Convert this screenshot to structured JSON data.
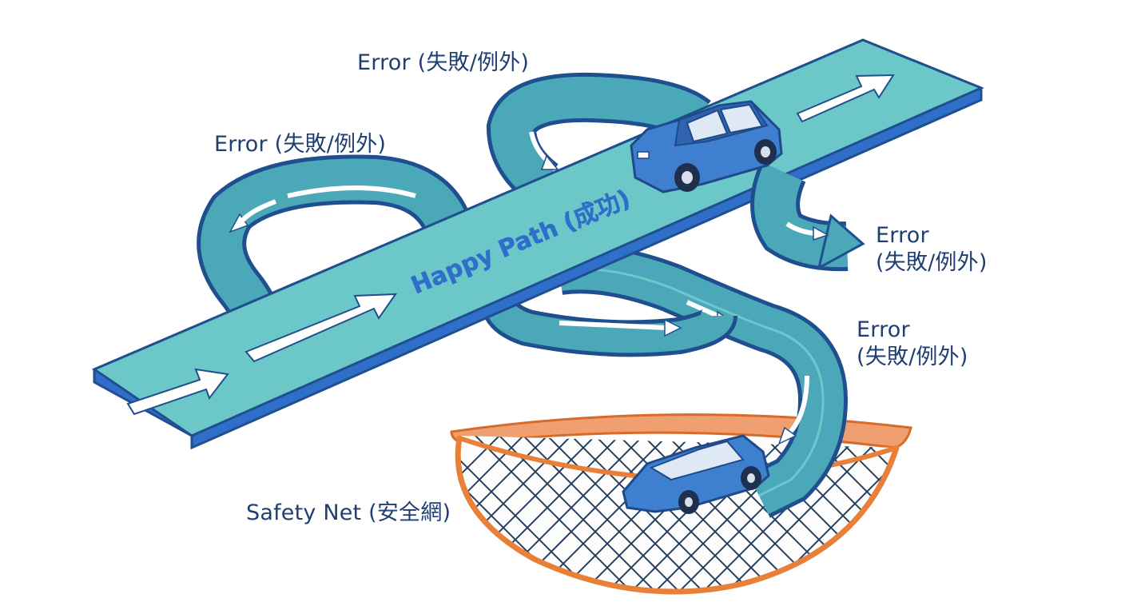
{
  "labels": {
    "error_top": "Error (失敗/例外)",
    "error_left": "Error (失敗/例外)",
    "error_right_1_line1": "Error",
    "error_right_1_line2": "(失敗/例外)",
    "error_right_2_line1": "Error",
    "error_right_2_line2": "(失敗/例外)",
    "happy_path": "Happy Path (成功)",
    "safety_net": "Safety Net (安全網)"
  },
  "colors": {
    "road_fill": "#6cc8c8",
    "road_side": "#2f6fc9",
    "road_edge": "#1f4f8f",
    "ramp_fill": "#4aa8b8",
    "arrow_fill": "#ffffff",
    "car_body": "#3f7fd0",
    "car_dark": "#1f4a8a",
    "net_rim": "#e8803a",
    "net_mesh": "#1f3f5f",
    "text": "#1f3f73"
  }
}
